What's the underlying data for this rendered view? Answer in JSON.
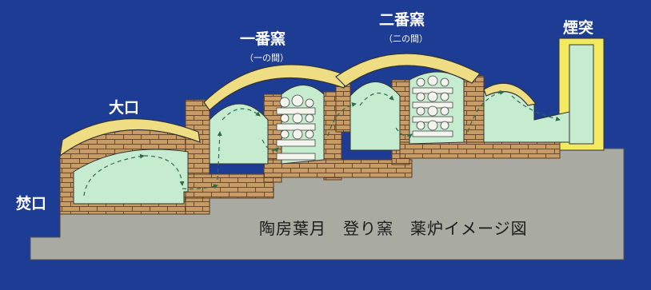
{
  "labels": {
    "takiguchi": "焚口",
    "ookuchi": "大口",
    "ichiban": "一番窯",
    "ichiban_sub": "（一の間）",
    "niban": "二番窯",
    "niban_sub": "（二の間）",
    "entotsu": "煙突"
  },
  "caption": "陶房葉月　登り窯　薬炉イメージ図",
  "colors": {
    "background": "#1d3c93",
    "ground": "#a9aaa2",
    "brick": "#c79c67",
    "chamber": "#c6ecd0",
    "clay_dome": "#eedd83",
    "chimney": "#f3ea62"
  }
}
